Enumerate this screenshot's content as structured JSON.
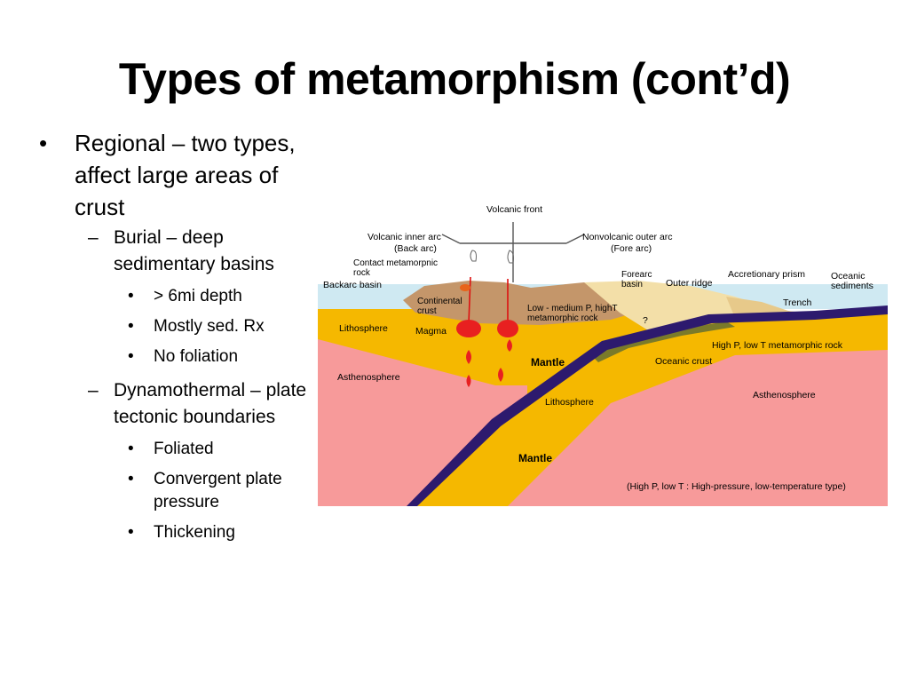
{
  "slide": {
    "title": "Types of metamorphism (cont’d)",
    "bullets": {
      "regional": "Regional – two types, affect large areas of crust",
      "burial": "Burial – deep sedimentary basins",
      "burial_points": [
        "> 6mi depth",
        "Mostly sed. Rx",
        "No foliation"
      ],
      "dynamothermal": "Dynamothermal – plate tectonic boundaries",
      "dynamo_points": [
        "Foliated",
        "Convergent plate pressure",
        "Thickening"
      ],
      "bullet_char": "•",
      "dash_char": "–"
    }
  },
  "diagram": {
    "labels": {
      "volcanic_front": "Volcanic front",
      "volcanic_inner_arc": "Volcanic inner arc",
      "back_arc": "(Back arc)",
      "nonvolcanic_outer_arc": "Nonvolcanic outer arc",
      "fore_arc": "(Fore arc)",
      "contact_metamorphic_1": "Contact metamorpnic",
      "contact_metamorphic_2": "rock",
      "backarc_basin": "Backarc basin",
      "forearc_basin_1": "Forearc",
      "forearc_basin_2": "basin",
      "outer_ridge": "Outer ridge",
      "accretionary_prism": "Accretionary prism",
      "oceanic_sediments_1": "Oceanic",
      "oceanic_sediments_2": "sediments",
      "continental_crust_1": "Continental",
      "continental_crust_2": "crust",
      "low_medium_p_1": "Low - medium P, highT",
      "low_medium_p_2": "metamorphic rock",
      "question_mark": "?",
      "trench": "Trench",
      "lithosphere_left": "Lithosphere",
      "magma": "Magma",
      "high_p_low_t": "High P, low T metamorphic rock",
      "mantle_upper": "Mantle",
      "oceanic_crust": "Oceanic crust",
      "asthenosphere_left": "Asthenosphere",
      "lithosphere_center": "Lithosphere",
      "asthenosphere_right": "Asthenosphere",
      "mantle_lower": "Mantle",
      "legend_note": "(High P, low T : High-pressure, low-temperature type)"
    },
    "colors": {
      "sky": "#ffffff",
      "ocean": "#cfe9f2",
      "continental_crust": "#c4966a",
      "forearc_sediment": "#f3dfa8",
      "lithosphere": "#f5b800",
      "asthenosphere": "#f79a9a",
      "slab": "#2d1a6e",
      "metamorphic_green": "#7a7a2a",
      "magma": "#e82020"
    }
  }
}
